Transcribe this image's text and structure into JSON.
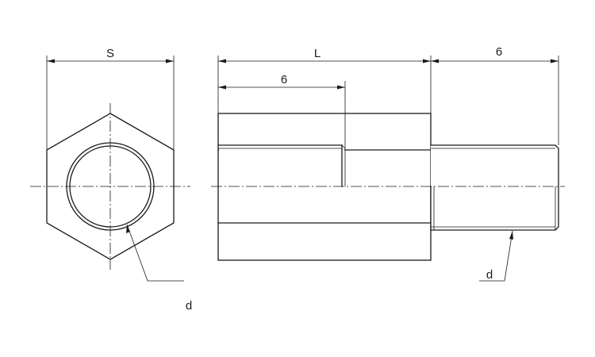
{
  "labels": {
    "hex_across_flats": "S",
    "overall_length": "L",
    "female_thread_depth": "6",
    "male_thread_length": "6",
    "thread_d_end_view": "d",
    "thread_d_side_view": "d"
  }
}
